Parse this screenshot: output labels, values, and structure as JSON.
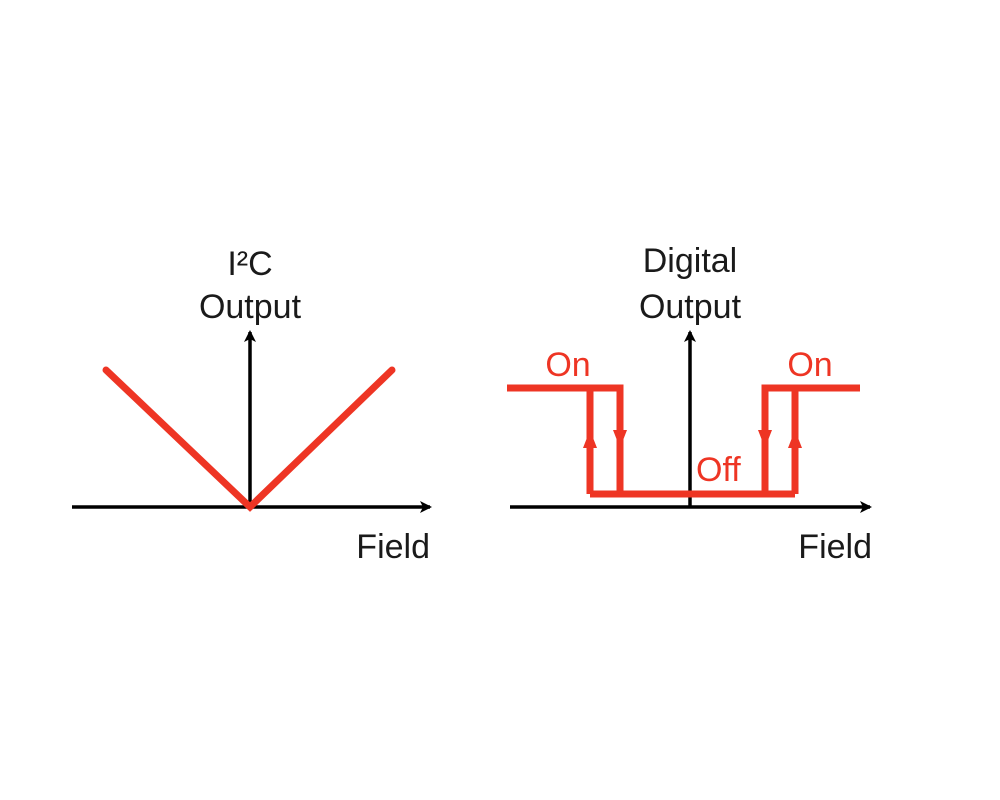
{
  "colors": {
    "curve": "#ee3524",
    "axis": "#000000",
    "text": "#1a1a1a"
  },
  "left_panel": {
    "y_label_line1": "I²C",
    "y_label_line2": "Output",
    "x_label": "Field"
  },
  "right_panel": {
    "y_label_line1": "Digital",
    "y_label_line2": "Output",
    "x_label": "Field",
    "state_on_left": "On",
    "state_on_right": "On",
    "state_off": "Off"
  }
}
